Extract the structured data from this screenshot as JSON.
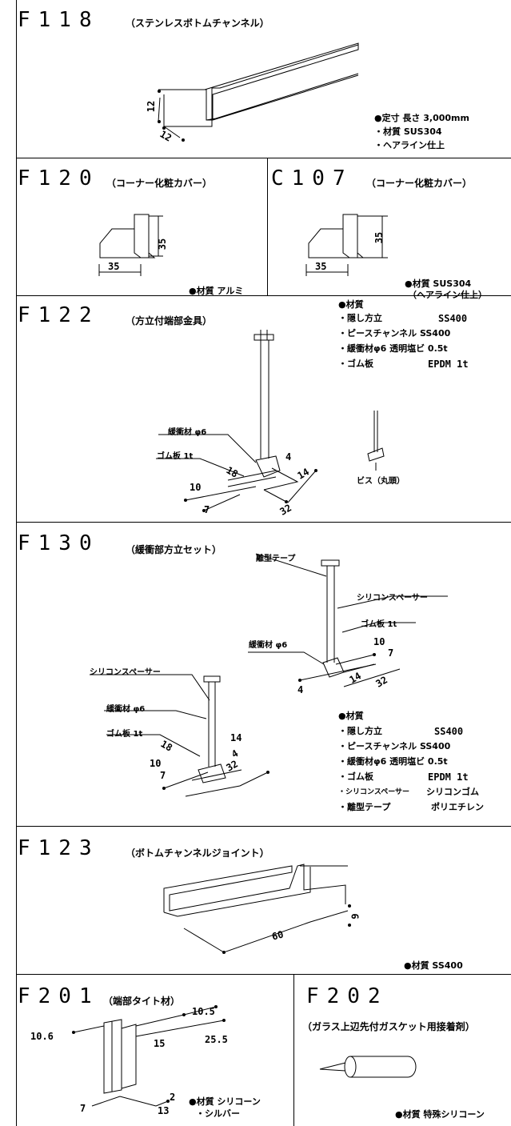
{
  "sections": {
    "f118": {
      "code": "F118",
      "title": "（ステンレスボトムチャンネル）",
      "specs": [
        "●定寸 長さ 3,000mm",
        "・材質 SUS304",
        "・ヘアライン仕上"
      ],
      "dims": {
        "h": "12",
        "w": "12"
      }
    },
    "f120": {
      "code": "F120",
      "title": "（コーナー化粧カバー）",
      "specs": [
        "●材質 アルミ"
      ],
      "dims": {
        "w": "35",
        "h": "35"
      }
    },
    "c107": {
      "code": "C107",
      "title": "（コーナー化粧カバー）",
      "specs": [
        "●材質 SUS304",
        "（ヘアライン仕上）"
      ],
      "dims": {
        "w": "35",
        "h": "35"
      }
    },
    "f122": {
      "code": "F122",
      "title": "（方立付端部金具）",
      "specs": [
        "●材質",
        "・隠し方立",
        "SS400",
        "・ピースチャンネル SS400",
        "・緩衝材φ6 透明塩ビ 0.5t",
        "・ゴム板",
        "EPDM 1t"
      ],
      "labels": {
        "cushion": "緩衝材 φ6",
        "rubber": "ゴム板 1t",
        "screw": "ビス（丸頭）"
      },
      "dims": {
        "d18": "18",
        "d4": "4",
        "d14": "14",
        "d10": "10",
        "d7": "7",
        "d32": "32"
      }
    },
    "f130": {
      "code": "F130",
      "title": "（緩衝部方立セット）",
      "specs": [
        "●材質",
        "・隠し方立",
        "SS400",
        "・ピースチャンネル SS400",
        "・緩衝材φ6 透明塩ビ 0.5t",
        "・ゴム板",
        "EPDM 1t",
        "・シリコンスペーサー",
        "シリコンゴム",
        "・離型テープ",
        "ポリエチレン"
      ],
      "labels": {
        "release": "離型テープ",
        "spacer": "シリコンスペーサー",
        "rubber": "ゴム板 1t",
        "cushion": "緩衝材 φ6",
        "spacer2": "シリコンスペーサー",
        "cushion2": "緩衝材 φ6",
        "rubber2": "ゴム板 1t"
      },
      "dims": {
        "d10": "10",
        "d7": "7",
        "d4": "4",
        "d14": "14",
        "d32": "32",
        "e18": "18",
        "e14": "14",
        "e4": "4",
        "e10": "10",
        "e7": "7",
        "e32": "32"
      }
    },
    "f123": {
      "code": "F123",
      "title": "（ボトムチャンネルジョイント）",
      "specs": [
        "●材質 SS400"
      ],
      "dims": {
        "h": "9",
        "w": "60"
      }
    },
    "f201": {
      "code": "F201",
      "title": "（端部タイト材）",
      "specs": [
        "●材質 シリコーン",
        "・シルバー"
      ],
      "dims": {
        "a": "10.6",
        "b": "10.5",
        "c": "15",
        "d": "25.5",
        "e": "2",
        "f": "7",
        "g": "13"
      }
    },
    "f202": {
      "code": "F202",
      "title": "（ガラス上辺先付ガスケット用接着剤）",
      "specs": [
        "●材質 特殊シリコーン"
      ]
    }
  }
}
